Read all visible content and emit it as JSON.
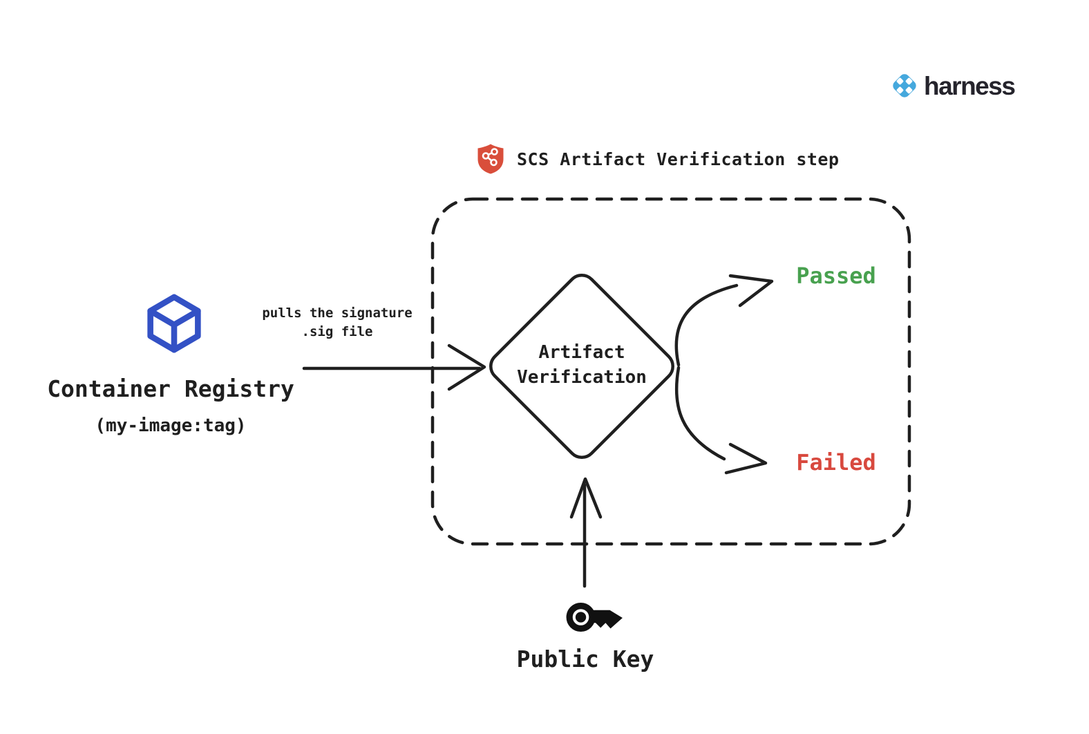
{
  "brand": {
    "name": "harness"
  },
  "header": {
    "step_title": "SCS Artifact Verification step"
  },
  "nodes": {
    "container_registry": {
      "label": "Container Registry",
      "sublabel": "(my-image:tag)"
    },
    "artifact_verification": {
      "label": "Artifact Verification"
    },
    "public_key": {
      "label": "Public Key"
    }
  },
  "edges": {
    "pull_signature": {
      "line1": "pulls the signature",
      "line2": ".sig file"
    },
    "passed": {
      "label": "Passed",
      "color": "#48a14f"
    },
    "failed": {
      "label": "Failed",
      "color": "#d8493e"
    }
  },
  "colors": {
    "ink": "#1f1f1f",
    "registry_icon": "#3351c5",
    "shield": "#d94e3b",
    "harness_logo": "#45a8dd",
    "harness_text": "#25242c"
  }
}
